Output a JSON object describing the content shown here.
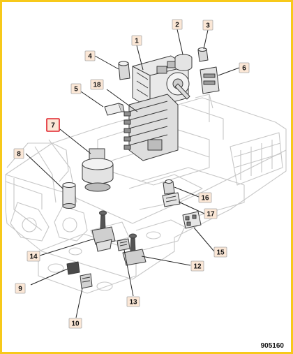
{
  "colors": {
    "border": "#f7c91a",
    "callout_fill": "#fbe7d6",
    "callout_stroke": "#a9a9a9",
    "highlight": "#e0202a",
    "line_art": "#c7c7c7",
    "component": "#3a3a3a"
  },
  "callouts": [
    {
      "number": "1"
    },
    {
      "number": "2"
    },
    {
      "number": "3"
    },
    {
      "number": "4"
    },
    {
      "number": "5"
    },
    {
      "number": "6"
    },
    {
      "number": "7",
      "highlighted": true
    },
    {
      "number": "8"
    },
    {
      "number": "9"
    },
    {
      "number": "10"
    },
    {
      "number": "12"
    },
    {
      "number": "13"
    },
    {
      "number": "14"
    },
    {
      "number": "15"
    },
    {
      "number": "16"
    },
    {
      "number": "17"
    },
    {
      "number": "18"
    }
  ],
  "figure_ref": "905160"
}
